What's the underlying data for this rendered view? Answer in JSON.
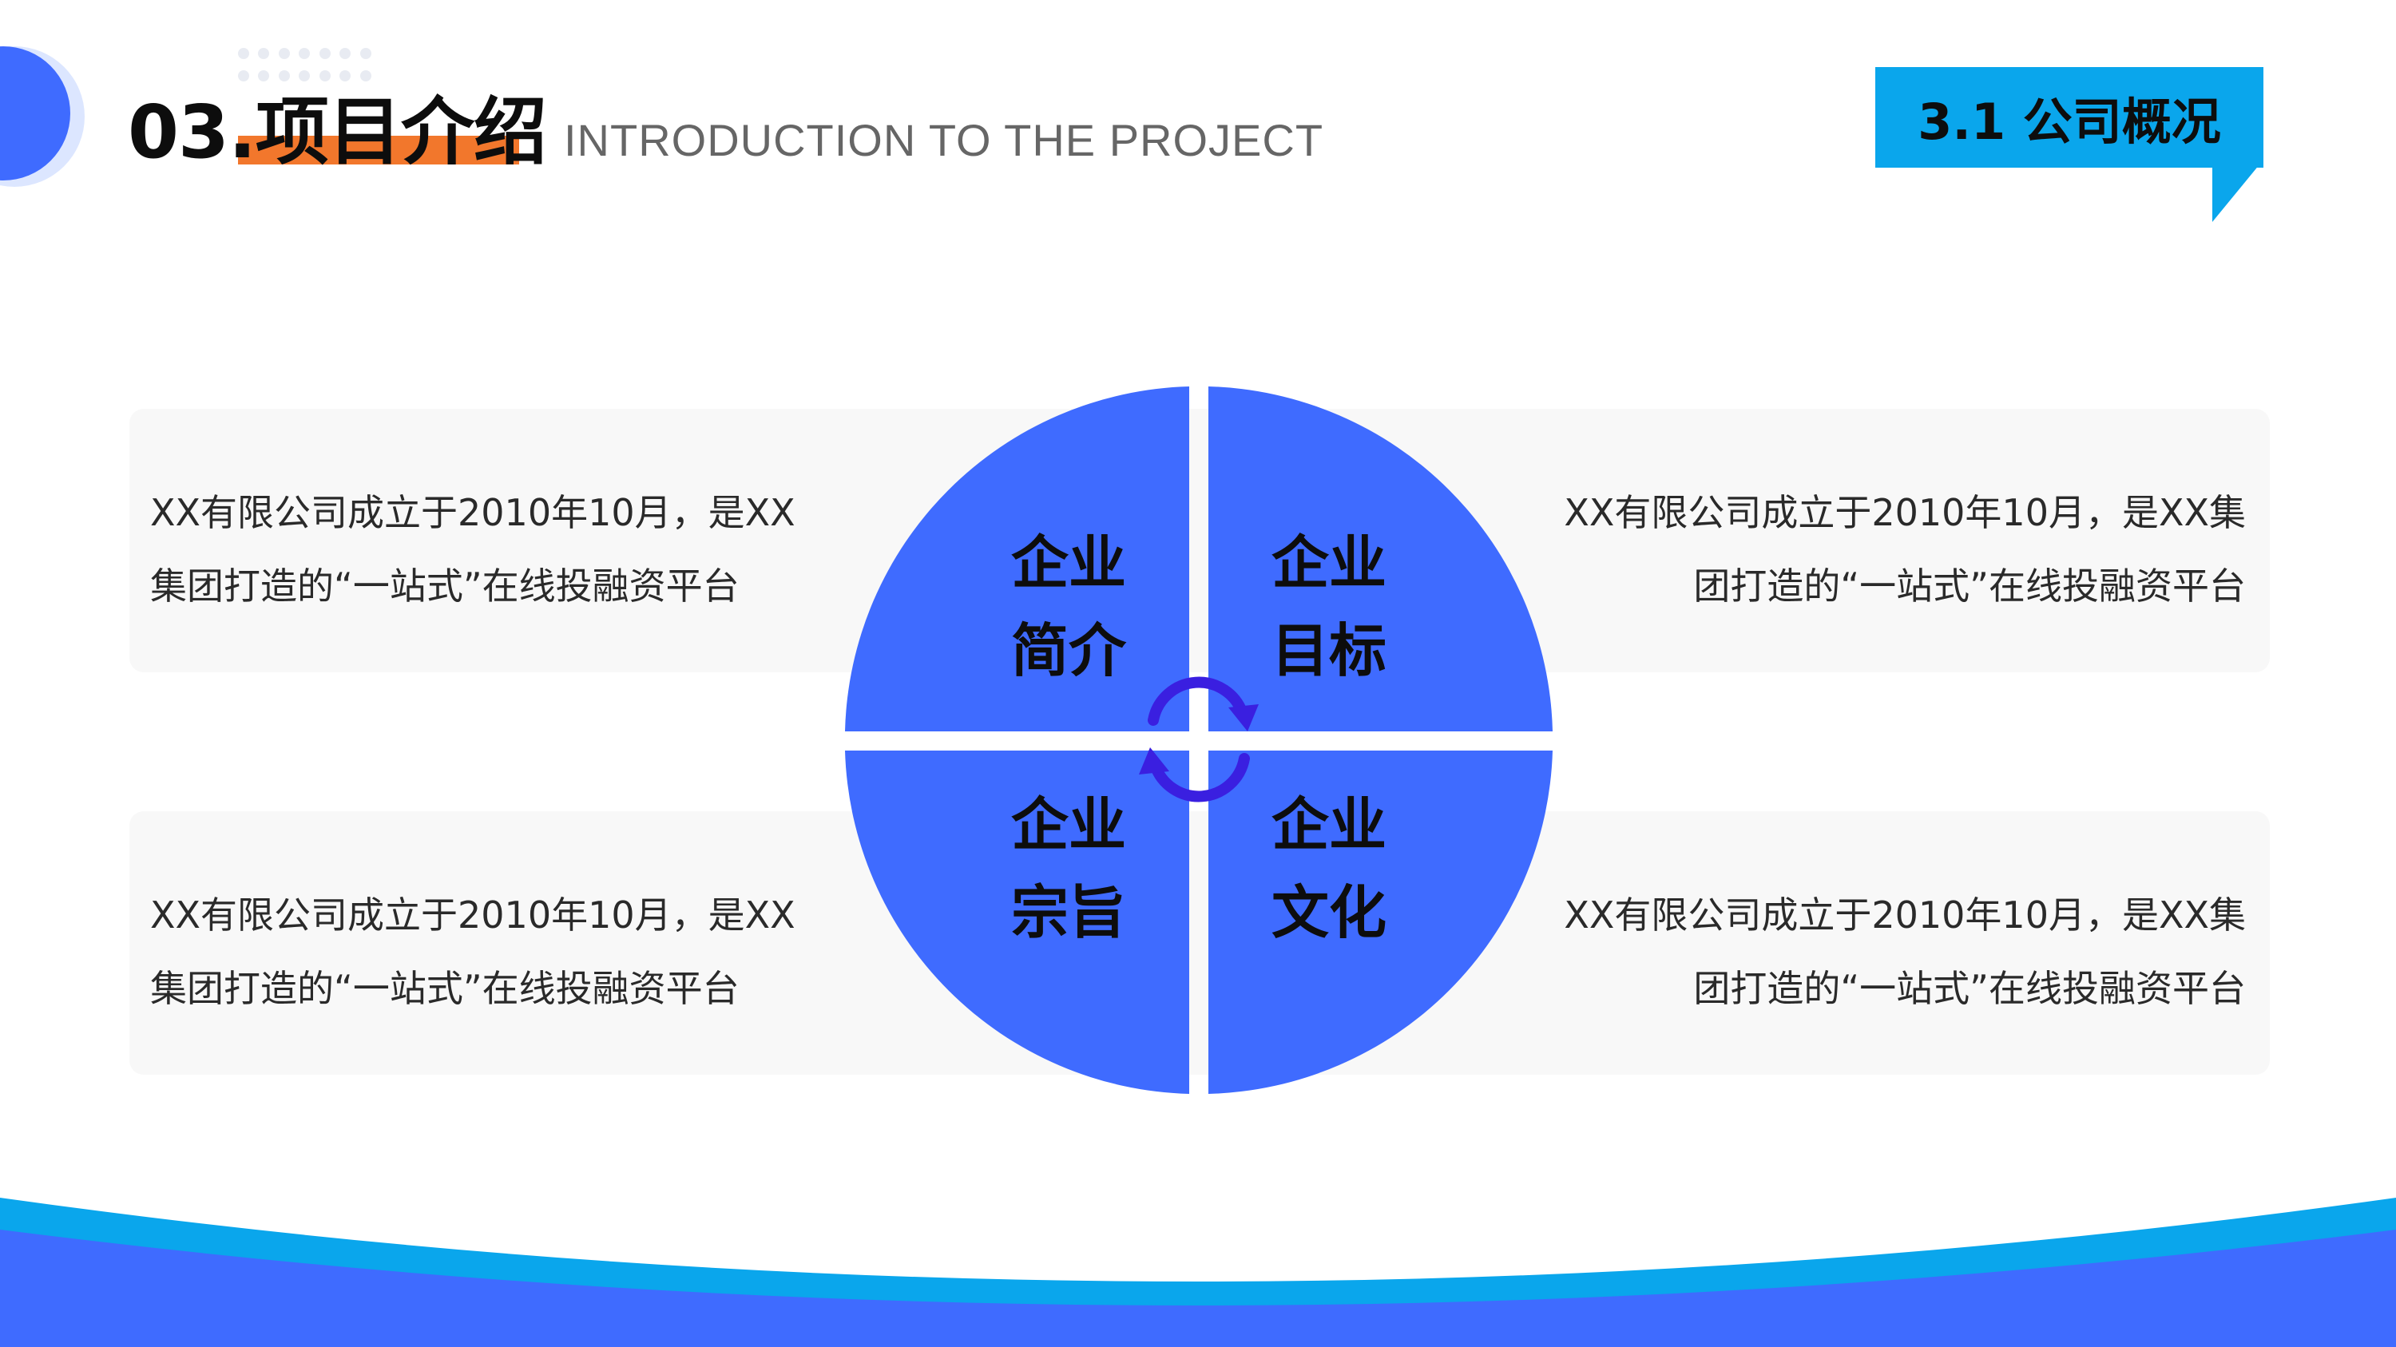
{
  "header": {
    "title": "03.项目介绍",
    "subtitle": "INTRODUCTION TO THE PROJECT",
    "section_badge": "3.1 公司概况"
  },
  "quadrants": [
    {
      "line1": "企业",
      "line2": "简介"
    },
    {
      "line1": "企业",
      "line2": "目标"
    },
    {
      "line1": "企业",
      "line2": "宗旨"
    },
    {
      "line1": "企业",
      "line2": "文化"
    }
  ],
  "texts": {
    "top_left": {
      "line1": "XX有限公司成立于2010年10月，是XX",
      "line2": "集团打造的“一站式”在线投融资平台"
    },
    "top_right": {
      "line1": "XX有限公司成立于2010年10月，是XX集",
      "line2": "团打造的“一站式”在线投融资平台"
    },
    "bottom_left": {
      "line1": "XX有限公司成立于2010年10月，是XX",
      "line2": "集团打造的“一站式”在线投融资平台"
    },
    "bottom_right": {
      "line1": "XX有限公司成立于2010年10月，是XX集",
      "line2": "团打造的“一站式”在线投融资平台"
    }
  },
  "colors": {
    "primary": "#3f6bff",
    "accent_orange": "#f2772c",
    "badge_cyan": "#0aa6ec",
    "cycle_arrow": "#3a1fe0",
    "panel_bg": "#f8f8f8"
  },
  "icons": {
    "center": "cycle-arrows-icon"
  }
}
